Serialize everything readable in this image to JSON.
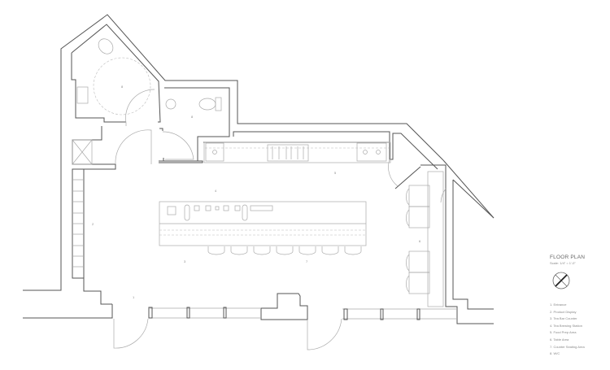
{
  "legend": {
    "title": "FLOOR PLAN",
    "scale": "Scale: 1/4\" = 1'-0\"",
    "north_icon": "north-arrow-icon",
    "items": [
      "1. Entrance",
      "2. Product Display",
      "3. Tea Bar Counter",
      "4. Tea Brewing Station",
      "5. Food Prep Area",
      "6. Table Area",
      "7. Counter Seating Area",
      "8. W/C"
    ]
  },
  "room_labels": {
    "entrance": "1",
    "display": "2",
    "tea_bar": "3",
    "brewing": "4",
    "prep": "5",
    "tables": "6",
    "seating": "7",
    "wc_a": "8",
    "wc_b": "8"
  }
}
